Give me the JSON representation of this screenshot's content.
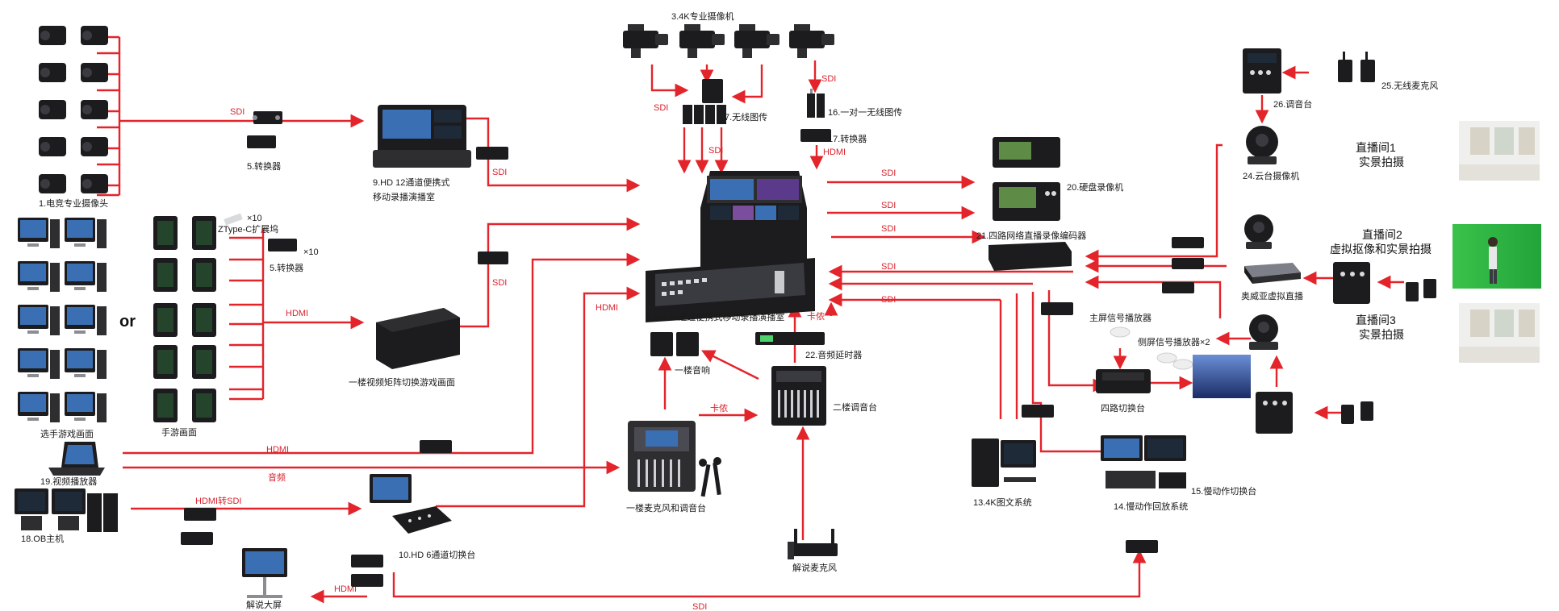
{
  "colors": {
    "line": "#e3242b",
    "text": "#1a1a1a",
    "device": "#1c1c1e"
  },
  "labels": {
    "esports_cams": "1.电竞专业摄像头",
    "cams_4k": "3.4K专业摄像机",
    "converter5a": "5.转换器",
    "converter5b": "5.转换器",
    "x10a": "×10",
    "x10b": "×10",
    "typec": "ZType-C扩展坞",
    "wireless7": "7.无线图传",
    "wireless16": "16.一对一无线图传",
    "converter17": "17.转换器",
    "hd12_small_1": "9.HD 12通道便携式",
    "hd12_small_2": "移动录播演播室",
    "hd12_main": "9.HD 12通道便携式移动录播演播室",
    "player_game": "选手游戏画面",
    "mobile_game": "手游画面",
    "or": "or",
    "matrix": "一楼视频矩阵切换游戏画面",
    "video_player": "19.视频播放器",
    "ob_host": "18.OB主机",
    "hd6": "10.HD 6通道切换台",
    "big_screen": "解说大屏",
    "speaker1": "一楼音响",
    "mic_mixer1": "一楼麦克风和调音台",
    "audio_delay": "22.音频延时器",
    "mixer2": "二楼调音台",
    "comm_mic": "解说麦克风",
    "hdd": "20.硬盘录像机",
    "encoder": "21.四路网络直播录像编码器",
    "gfx4k": "13.4K图文系统",
    "slowmo_sys": "14.慢动作回放系统",
    "slowmo_sw": "15.慢动作切换台",
    "quad_sw": "四路切换台",
    "main_player": "主屏信号播放器",
    "side_player": "侧屏信号播放器×2",
    "mixer26": "26.调音台",
    "wireless_mic": "25.无线麦克风",
    "ptz24": "24.云台摄像机",
    "aowei": "奥威亚虚拟直播",
    "studio1_a": "直播间1",
    "studio1_b": "实景拍摄",
    "studio2_a": "直播间2",
    "studio2_b": "虚拟抠像和实景拍摄",
    "studio3_a": "直播间3",
    "studio3_b": "实景拍摄"
  },
  "signals": {
    "sdi": "SDI",
    "hdmi": "HDMI",
    "audio": "音频",
    "hdmi_to_sdi": "HDMI转SDI",
    "kayi": "卡侬"
  }
}
